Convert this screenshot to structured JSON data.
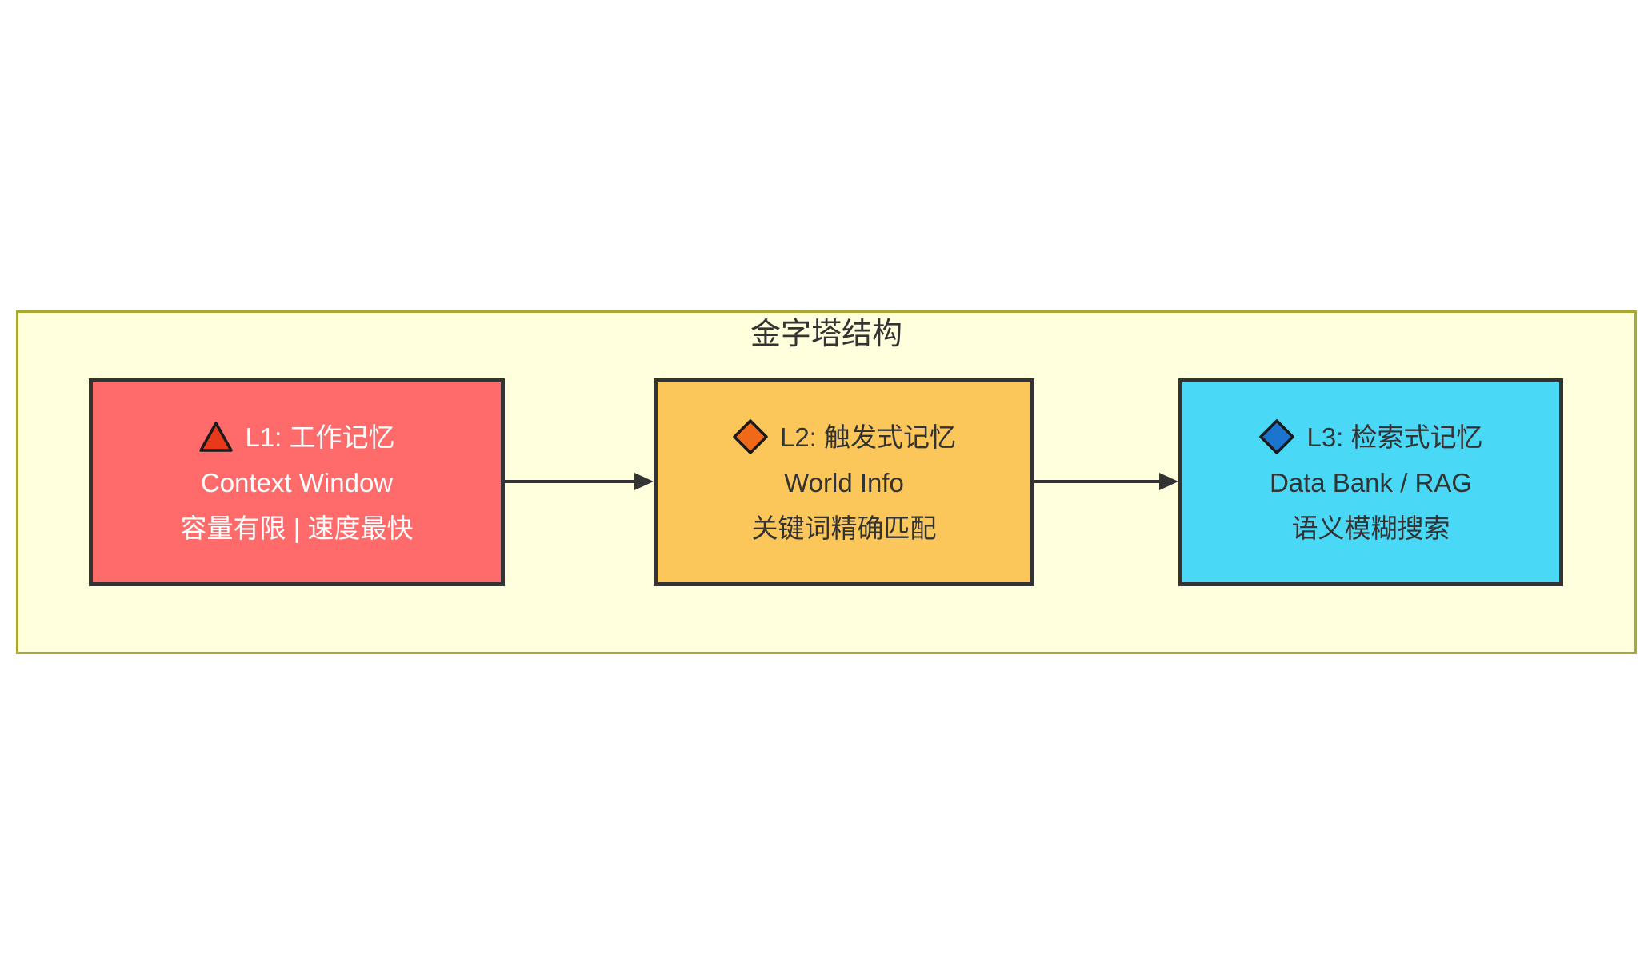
{
  "diagram": {
    "type": "flowchart-left-to-right",
    "cluster": {
      "title": "金字塔结构",
      "fill": "#ffffde",
      "border_color": "#aaaa33",
      "title_color": "#333333"
    },
    "nodes": [
      {
        "id": "L1",
        "icon": "red-triangle-icon",
        "icon_color": "#e8391a",
        "icon_outline": "#1a1a1a",
        "title": "L1: 工作记忆",
        "subtitle": "Context Window",
        "detail": "容量有限 | 速度最快",
        "fill": "#ff6b6b",
        "border_color": "#333333",
        "text_color": "#ffffff"
      },
      {
        "id": "L2",
        "icon": "orange-diamond-icon",
        "icon_color": "#f06919",
        "icon_outline": "#1a1a1a",
        "title": "L2: 触发式记忆",
        "subtitle": "World Info",
        "detail": "关键词精确匹配",
        "fill": "#fbc75b",
        "border_color": "#333333",
        "text_color": "#333333"
      },
      {
        "id": "L3",
        "icon": "blue-diamond-icon",
        "icon_color": "#1b74ce",
        "icon_outline": "#1a1a1a",
        "title": "L3: 检索式记忆",
        "subtitle": "Data Bank / RAG",
        "detail": "语义模糊搜索",
        "fill": "#49d8f6",
        "border_color": "#333333",
        "text_color": "#333333"
      }
    ],
    "edges": [
      {
        "from": "L1",
        "to": "L2",
        "style": "arrow-right",
        "color": "#333333"
      },
      {
        "from": "L2",
        "to": "L3",
        "style": "arrow-right",
        "color": "#333333"
      }
    ]
  }
}
